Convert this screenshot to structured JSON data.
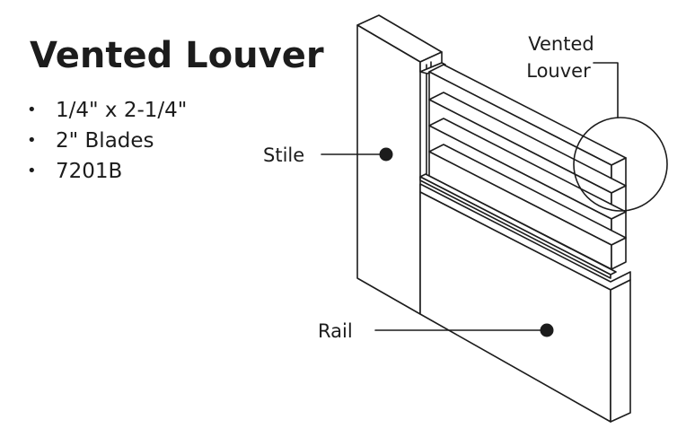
{
  "title": "Vented Louver",
  "specs": [
    {
      "bullet": "•",
      "text": "1/4\" x 2-1/4\""
    },
    {
      "bullet": "•",
      "text": "2\" Blades"
    },
    {
      "bullet": "•",
      "text": "7201B"
    }
  ],
  "labels": {
    "louver_line1": "Vented",
    "louver_line2": "Louver",
    "stile": "Stile",
    "rail": "Rail"
  },
  "colors": {
    "ink": "#1c1c1c",
    "fill": "#ffffff"
  }
}
